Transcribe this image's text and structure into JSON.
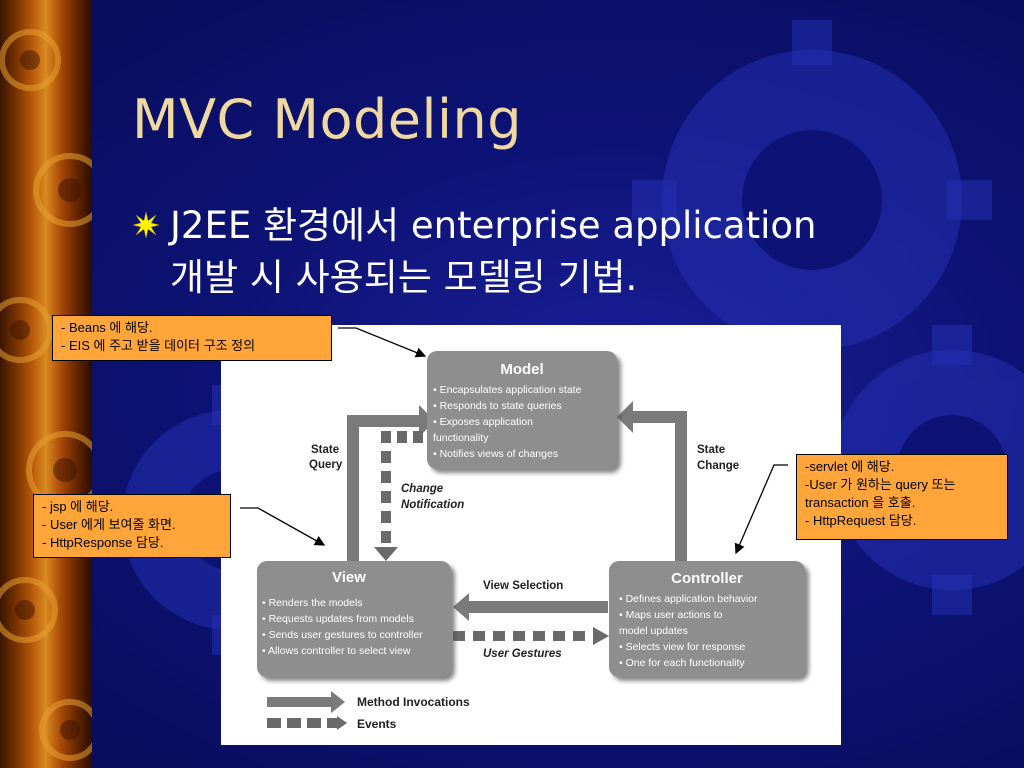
{
  "slide": {
    "title": "MVC Modeling",
    "bullet": "J2EE 환경에서 enterprise application\n개발 시 사용되는 모델링 기법."
  },
  "diagram": {
    "model": {
      "title": "Model",
      "items": [
        "• Encapsulates application state",
        "• Responds to state queries",
        "• Exposes application",
        "  functionality",
        "• Notifies views of changes"
      ]
    },
    "view": {
      "title": "View",
      "items": [
        "• Renders the models",
        "• Requests updates from models",
        "• Sends user gestures to controller",
        "• Allows controller to select view"
      ]
    },
    "controller": {
      "title": "Controller",
      "items": [
        "• Defines application behavior",
        "• Maps user actions to",
        "  model updates",
        "• Selects view for response",
        "• One for each functionality"
      ]
    },
    "labels": {
      "state_query_1": "State",
      "state_query_2": "Query",
      "state_change_1": "State",
      "state_change_2": "Change",
      "change_notification_1": "Change",
      "change_notification_2": "Notification",
      "view_selection": "View Selection",
      "user_gestures": "User Gestures"
    },
    "legend": {
      "method": "Method Invocations",
      "events": "Events"
    }
  },
  "notes": {
    "model": "- Beans 에 해당.\n- EIS 에 주고 받을 데이터 구조 정의",
    "view": "- jsp 에 해당.\n- User 에게 보여줄 화면.\n- HttpResponse 담당.",
    "controller": "-servlet 에 해당.\n-User 가 원하는 query 또는\n transaction 을 호출.\n- HttpRequest 담당."
  },
  "colors": {
    "background": "#0d1375",
    "title": "#f0d9a0",
    "note": "#ffa53a",
    "box": "#8a8a8a"
  }
}
